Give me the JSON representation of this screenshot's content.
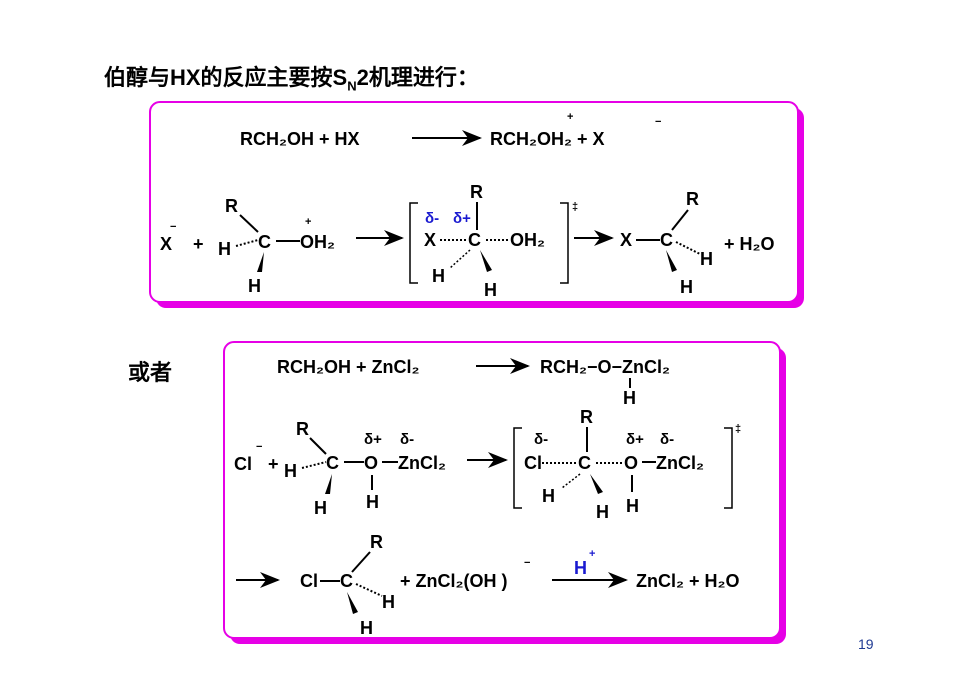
{
  "title": {
    "prefix": "伯醇与HX的反应主要按S",
    "sub": "N",
    "suffix": "2机理进行："
  },
  "or_label": "或者",
  "page_number": "19",
  "colors": {
    "box_border": "#e600e6",
    "box_shadow": "#e600e6",
    "delta_blue": "#1a1ad0"
  },
  "box1": {
    "eq1": {
      "lhs": "RCH₂OH  + HX",
      "prod": "RCH₂OH₂ + X",
      "plus": "+",
      "minus": "−"
    },
    "mech": {
      "x": "X",
      "minus": "−",
      "plus": "+",
      "plus_charge": "+",
      "r": "R",
      "h": "H",
      "c": "C",
      "oh2": "OH₂",
      "ts_dminus": "δ-",
      "ts_dplus": "δ+",
      "dagger": "‡",
      "water": "+ H₂O"
    }
  },
  "box2": {
    "eq1": {
      "lhs": "RCH₂OH + ZnCl₂",
      "prod": "RCH₂−O−ZnCl₂",
      "h": "H"
    },
    "mech": {
      "cl": "Cl",
      "minus": "−",
      "plus": "+",
      "r": "R",
      "h": "H",
      "c": "C",
      "o": "O",
      "zncl2": "ZnCl₂",
      "dplus": "δ+",
      "dminus": "δ-",
      "dagger": "‡"
    },
    "step3": {
      "cl": "Cl",
      "c": "C",
      "r": "R",
      "h": "H",
      "zn_oh": "+ ZnCl₂(OH )",
      "minus": "−",
      "hplus": "H",
      "hcharge": "+",
      "product": "ZnCl₂ + H₂O"
    }
  }
}
